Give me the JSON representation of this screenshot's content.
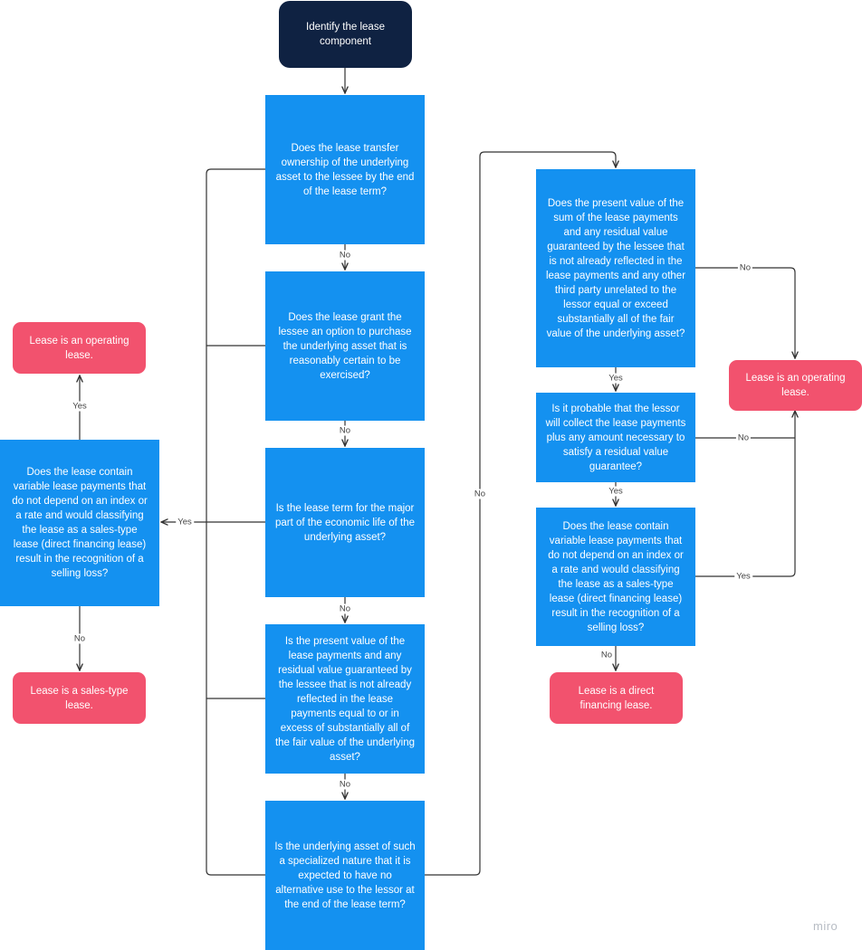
{
  "nodes": {
    "start": "Identify the lease component",
    "q1": "Does the lease transfer ownership of the underlying asset to the lessee by the end of the lease term?",
    "q2": "Does the lease grant the lessee an option to purchase the underlying asset that is reasonably certain to be exercised?",
    "q3": "Is the lease term for the major part of the economic life of the underlying asset?",
    "q4": "Is the present value of the lease payments and any residual value guaranteed by the lessee that is not already reflected in the lease payments equal to or in excess of substantially all of the fair value of the underlying asset?",
    "q5": "Is the underlying asset of such a specialized nature that it is expected to have no alternative use to the lessor at the end  of the lease term?",
    "left_q": "Does the lease contain variable lease payments that do not depend on an index or a rate and would classifying the lease as a sales-type lease (direct financing lease) result in the recognition of a selling loss?",
    "left_operating": "Lease is an operating lease.",
    "left_sales_type": "Lease is a sales-type lease.",
    "right_q1": "Does the present value of the sum of the lease payments and any residual value guaranteed by the lessee that is not already reflected in the lease payments and any other third party unrelated to the lessor equal or exceed substantially all of the fair value of the underlying asset?",
    "right_q2": "Is it probable that the lessor will collect the lease payments plus any amount necessary to satisfy a residual value guarantee?",
    "right_q3": "Does the lease contain variable lease payments that do not depend on an index or a rate and would classifying the lease as a sales-type lease (direct financing lease) result in the recognition of a selling loss?",
    "right_operating": "Lease is an operating lease.",
    "right_direct_financing": "Lease is a direct financing lease."
  },
  "labels": {
    "q1_q2": "No",
    "q2_q3": "No",
    "q3_q4": "No",
    "q4_q5": "No",
    "q5_right": "No",
    "yes_left": "Yes",
    "left_up": "Yes",
    "left_down": "No",
    "rq1_rq2": "Yes",
    "rq1_op": "No",
    "rq2_rq3": "Yes",
    "rq2_op": "No",
    "rq3_op": "Yes",
    "rq3_df": "No"
  },
  "brand": "miro",
  "colors": {
    "start": "#0f2242",
    "decision": "#1491f0",
    "result": "#f2526e",
    "connector": "#333333"
  }
}
